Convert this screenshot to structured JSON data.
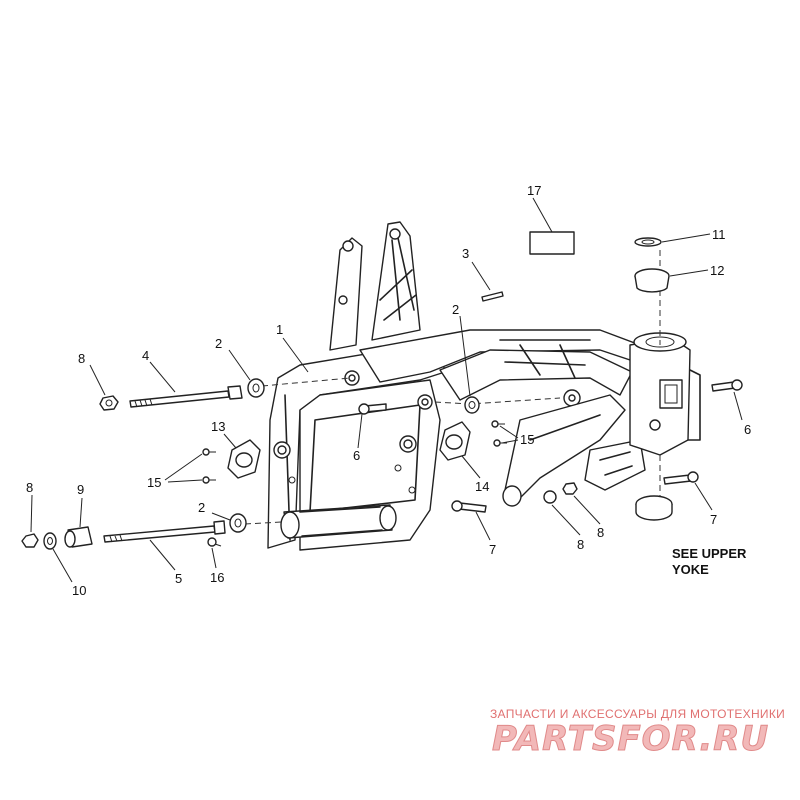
{
  "diagram": {
    "callouts": [
      "1",
      "2",
      "2",
      "2",
      "3",
      "4",
      "5",
      "6",
      "6",
      "7",
      "7",
      "8",
      "8",
      "8",
      "8",
      "9",
      "10",
      "11",
      "12",
      "13",
      "14",
      "15",
      "15",
      "16",
      "17"
    ],
    "note_line1": "SEE UPPER",
    "note_line2": "YOKE"
  },
  "watermark": {
    "tagline": "ЗАПЧАСТИ И АКСЕССУАРЫ ДЛЯ МОТОТЕХНИКИ",
    "logo_text": "PARTSFOR.RU",
    "color": "#e07070"
  }
}
